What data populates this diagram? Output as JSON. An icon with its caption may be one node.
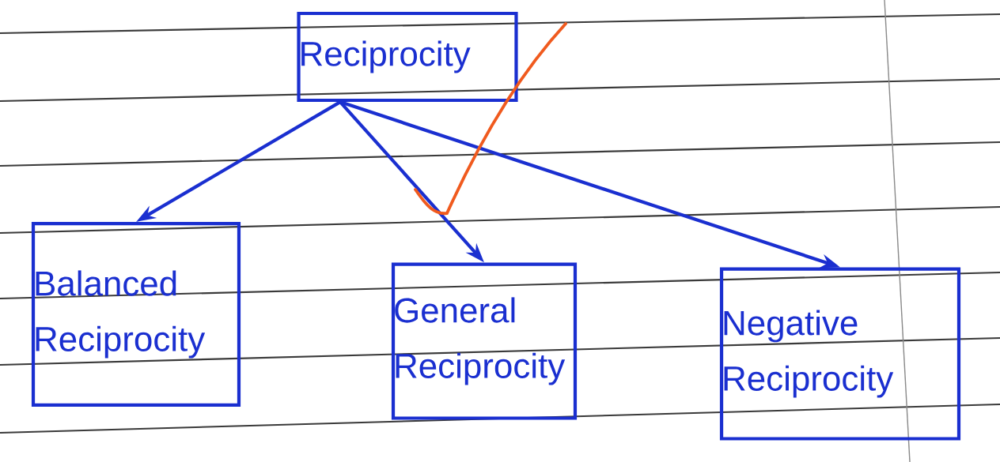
{
  "diagram": {
    "nodes": [
      {
        "text": [
          "Reciprocity"
        ]
      },
      {
        "text": [
          "Balanced Reciprocity"
        ]
      },
      {
        "text": [
          "General Reciprocity"
        ]
      },
      {
        "text": [
          "Negative Reciprocity"
        ]
      }
    ],
    "edges": [
      {
        "from": 0,
        "to": 1,
        "arrow": "to"
      },
      {
        "from": 0,
        "to": 2,
        "arrow": "to"
      },
      {
        "from": 0,
        "to": 3,
        "arrow": "to"
      }
    ]
  }
}
